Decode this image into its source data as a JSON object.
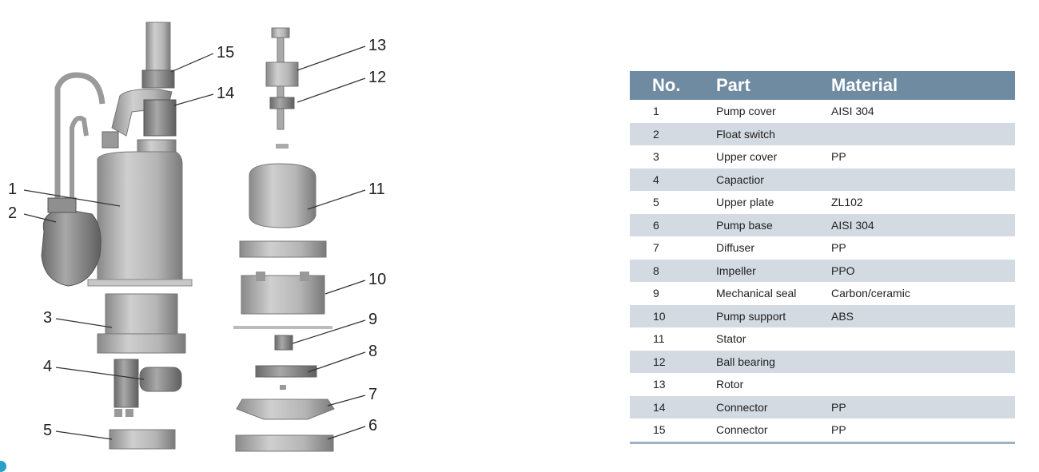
{
  "table": {
    "headers": [
      "No.",
      "Part",
      "Material"
    ],
    "rows": [
      {
        "no": "1",
        "part": "Pump cover",
        "material": "AISI 304"
      },
      {
        "no": "2",
        "part": "Float switch",
        "material": ""
      },
      {
        "no": "3",
        "part": "Upper cover",
        "material": "PP"
      },
      {
        "no": "4",
        "part": "Capactior",
        "material": ""
      },
      {
        "no": "5",
        "part": "Upper plate",
        "material": "ZL102"
      },
      {
        "no": "6",
        "part": "Pump base",
        "material": "AISI 304"
      },
      {
        "no": "7",
        "part": "Diffuser",
        "material": "PP"
      },
      {
        "no": "8",
        "part": "Impeller",
        "material": "PPO"
      },
      {
        "no": "9",
        "part": "Mechanical seal",
        "material": "Carbon/ceramic"
      },
      {
        "no": "10",
        "part": "Pump support",
        "material": "ABS"
      },
      {
        "no": "11",
        "part": "Stator",
        "material": ""
      },
      {
        "no": "12",
        "part": "Ball bearing",
        "material": ""
      },
      {
        "no": "13",
        "part": "Rotor",
        "material": ""
      },
      {
        "no": "14",
        "part": "Connector",
        "material": "PP"
      },
      {
        "no": "15",
        "part": "Connector",
        "material": "PP"
      }
    ]
  },
  "diagram": {
    "callouts": {
      "c1": "1",
      "c2": "2",
      "c3": "3",
      "c4": "4",
      "c5": "5",
      "c6": "6",
      "c7": "7",
      "c8": "8",
      "c9": "9",
      "c10": "10",
      "c11": "11",
      "c12": "12",
      "c13": "13",
      "c14": "14",
      "c15": "15"
    }
  }
}
